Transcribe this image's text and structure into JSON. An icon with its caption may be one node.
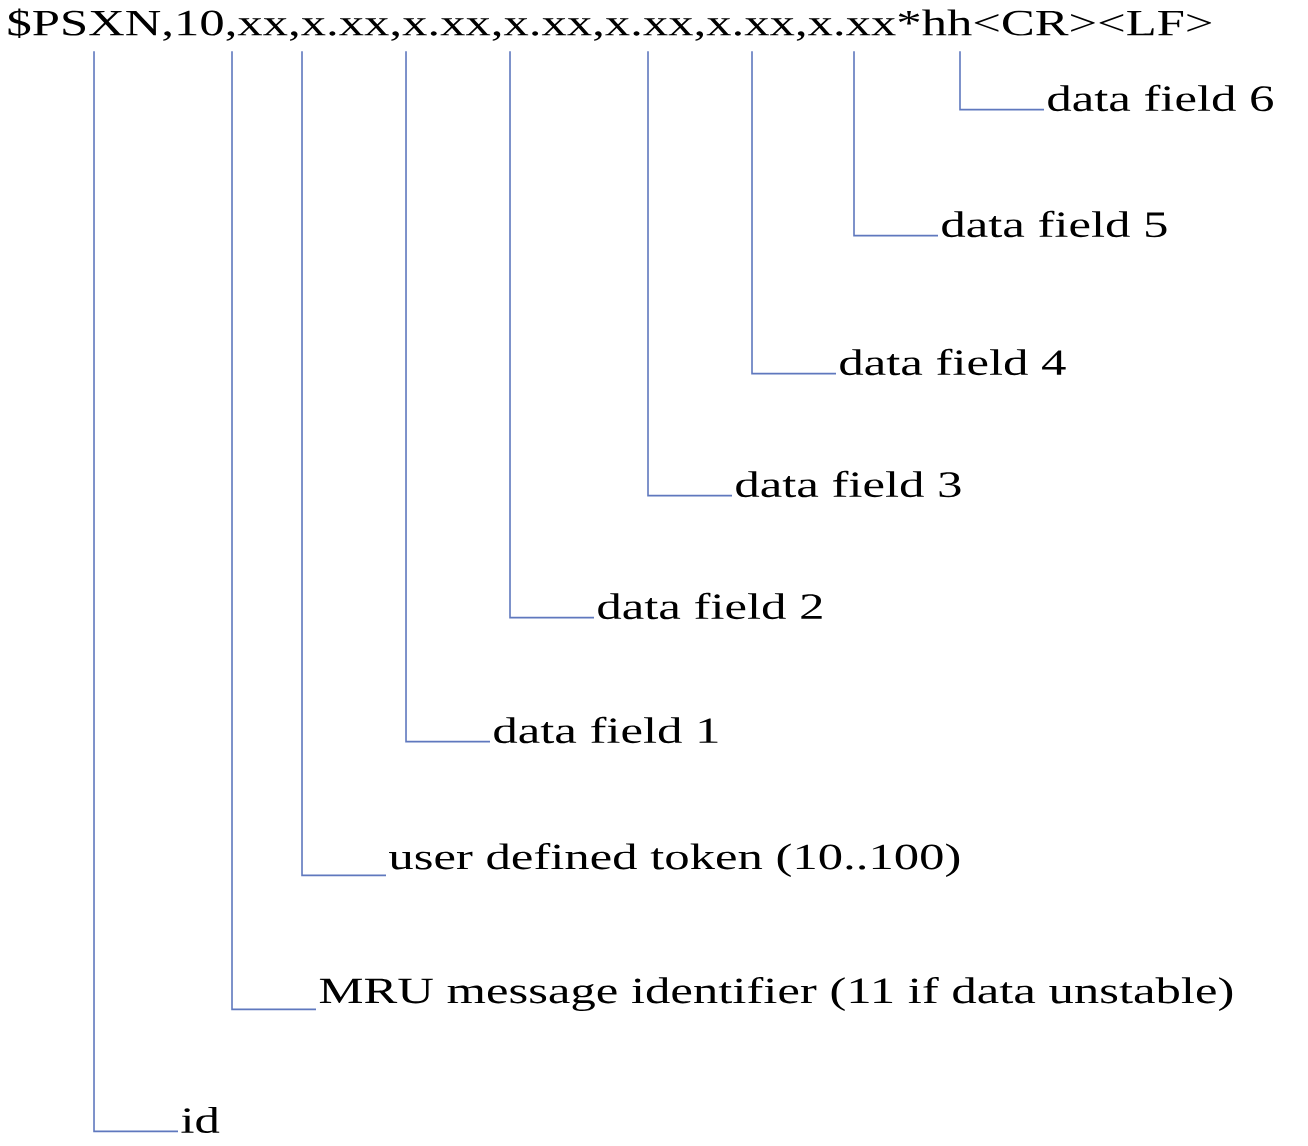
{
  "diagram": {
    "nodes": [
      {
        "text": [
          "$PSXN,10,xx,x.xx,x.xx,x.xx,x.xx,x.xx,x.xx*hh<CR><LF>"
        ]
      },
      {
        "text": [
          "data field 6"
        ]
      },
      {
        "text": [
          "data field 5"
        ]
      },
      {
        "text": [
          "data field 4"
        ]
      },
      {
        "text": [
          "data field 3"
        ]
      },
      {
        "text": [
          "data field 2"
        ]
      },
      {
        "text": [
          "data field 1"
        ]
      },
      {
        "text": [
          "user defined token (10..100)"
        ]
      },
      {
        "text": [
          "MRU message identifier (11 if data unstable)"
        ]
      },
      {
        "text": [
          "id"
        ]
      }
    ],
    "edges": [
      {
        "from": 1,
        "to": 0,
        "arrow": "none"
      },
      {
        "from": 2,
        "to": 0,
        "arrow": "none"
      },
      {
        "from": 3,
        "to": 0,
        "arrow": "none"
      },
      {
        "from": 4,
        "to": 0,
        "arrow": "none"
      },
      {
        "from": 5,
        "to": 0,
        "arrow": "none"
      },
      {
        "from": 6,
        "to": 0,
        "arrow": "none"
      },
      {
        "from": 7,
        "to": 0,
        "arrow": "none"
      },
      {
        "from": 8,
        "to": 0,
        "arrow": "none"
      },
      {
        "from": 9,
        "to": 0,
        "arrow": "none"
      }
    ]
  }
}
